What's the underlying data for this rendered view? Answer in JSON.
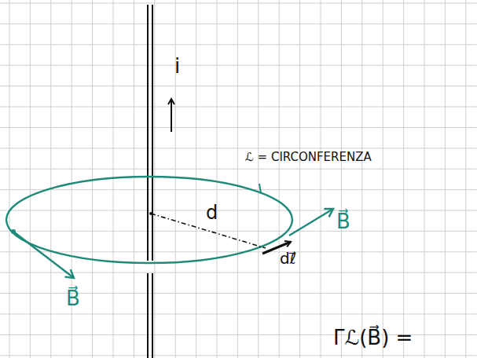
{
  "diagram": {
    "labels": [
      "i",
      "ℒ = CIRCONFERENZA",
      "d",
      "dℓ⃗",
      "B⃗",
      "B⃗",
      "Γℒ(B⃗) ="
    ]
  }
}
